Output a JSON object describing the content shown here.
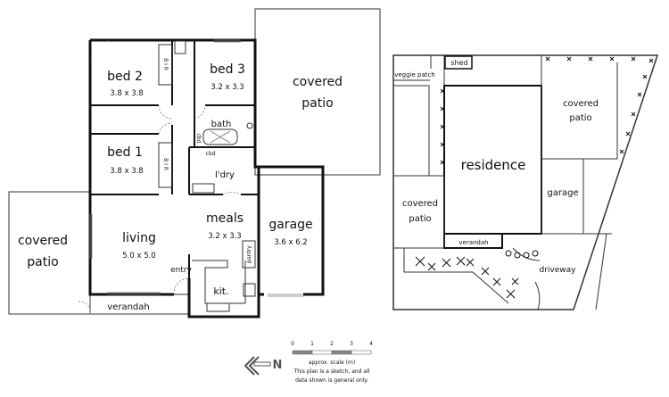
{
  "floor_plan": {
    "rooms": {
      "bed2": {
        "name": "bed 2",
        "size": "3.8 x 3.8"
      },
      "bed3": {
        "name": "bed 3",
        "size": "3.2 x 3.3"
      },
      "bed1": {
        "name": "bed 1",
        "size": "3.8 x 3.8"
      },
      "bath": {
        "name": "bath"
      },
      "laundry": {
        "name": "l'dry"
      },
      "meals": {
        "name": "meals",
        "size": "3.2 x 3.3"
      },
      "living": {
        "name": "living",
        "size": "5.0 x 5.0"
      },
      "garage": {
        "name": "garage",
        "size": "3.6 x 6.2"
      },
      "kitchen": {
        "name": "kit."
      },
      "entry": {
        "name": "entry"
      },
      "verandah": {
        "name": "verandah"
      },
      "patio_left": {
        "line1": "covered",
        "line2": "patio"
      },
      "patio_top": {
        "line1": "covered",
        "line2": "patio"
      }
    },
    "fixtures": {
      "cbd": "cbd",
      "bir": "B I R",
      "pantry": "pantry"
    }
  },
  "site_plan": {
    "residence": "residence",
    "garage": "garage",
    "shed": "shed",
    "veggie_patch": "veggie patch",
    "verandah": "verandah",
    "driveway": "driveway",
    "patio_right": {
      "line1": "covered",
      "line2": "patio"
    },
    "patio_left": {
      "line1": "covered",
      "line2": "patio"
    }
  },
  "scale": {
    "ticks": [
      "0",
      "1",
      "2",
      "3",
      "4"
    ],
    "label": "approx. scale (m)",
    "disclaimer_line1": "This plan is a sketch, and all",
    "disclaimer_line2": "data shown is general only.",
    "north": "N"
  }
}
